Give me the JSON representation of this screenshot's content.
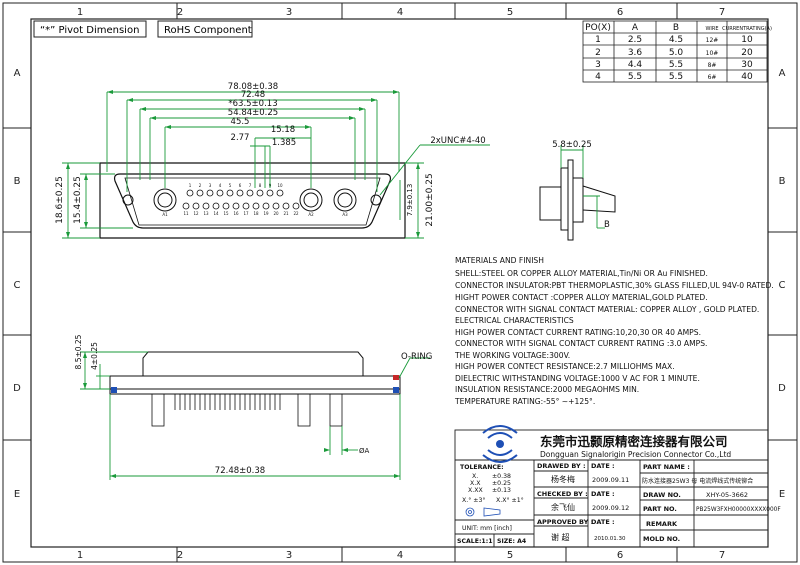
{
  "header": {
    "pivot_label": "“*” Pivot Dimension",
    "rohs_label": "RoHS  Component"
  },
  "grid": {
    "columns": [
      "1",
      "2",
      "3",
      "4",
      "5",
      "6",
      "7"
    ],
    "rows": [
      "A",
      "B",
      "C",
      "D",
      "E"
    ]
  },
  "rating_table": {
    "headers": [
      "PO(X)",
      "A",
      "B",
      "WIRE",
      "CURRENTRATING(A)"
    ],
    "rows": [
      [
        "1",
        "2.5",
        "4.5",
        "12#",
        "10"
      ],
      [
        "2",
        "3.6",
        "5.0",
        "10#",
        "20"
      ],
      [
        "3",
        "4.4",
        "5.5",
        "8#",
        "30"
      ],
      [
        "4",
        "5.5",
        "5.5",
        "6#",
        "40"
      ]
    ]
  },
  "front_view": {
    "dims": {
      "overall": "78.08±0.38",
      "d2": "72.48",
      "d3": "*63.5±0.13",
      "d4": "54.84±0.25",
      "d5": "45.5",
      "d6": "15.18",
      "d7": "2.77",
      "d8": "1.385",
      "thread": "2xUNC#4-40",
      "h1": "18.6±0.25",
      "h2": "15.4±0.25",
      "h3": "7.9±0.13",
      "h4": "21.00±0.25"
    },
    "pins_top": [
      "1",
      "2",
      "3",
      "4",
      "5",
      "6",
      "7",
      "8",
      "9",
      "10"
    ],
    "pins_bottom": [
      "11",
      "12",
      "13",
      "14",
      "15",
      "16",
      "17",
      "18",
      "19",
      "20",
      "21",
      "22"
    ],
    "power_pins": [
      "A1",
      "A2",
      "A3"
    ]
  },
  "side_view": {
    "dim_top": "5.8±0.25",
    "label_b": "B"
  },
  "bottom_view": {
    "d1": "8.5±0.25",
    "d2": "4±0.25",
    "oring": "O-RING",
    "dim_a": "ØA",
    "width": "72.48±0.38"
  },
  "specs": {
    "lines": [
      "MATERIALS AND  FINISH",
      "SHELL:STEEL OR COPPER ALLOY MATERIAL,Tin/Ni OR Au FINISHED.",
      "CONNECTOR INSULATOR:PBT THERMOPLASTIC,30% GLASS FILLED,UL 94V-0 RATED.",
      "HIGHT POWER CONTACT :COPPER ALLOY MATERIAL,GOLD PLATED.",
      "CONNECTOR WITH SIGNAL CONTACT MATERIAL: COPPER ALLOY , GOLD PLATED.",
      "ELECTRICAL CHARACTERISTICS",
      "HIGH POWER CONTACT CURRENT RATING:10,20,30 OR 40 AMPS.",
      "CONNECTOR WITH SIGNAL CONTACT CURRENT RATING :3.0 AMPS.",
      "THE WORKING VOLTAGE:300V.",
      "HIGH POWER CONTECT RESISTANCE:2.7 MILLIOHMS MAX.",
      "DIELECTRIC WITHSTANDING VOLTAGE:1000 V AC FOR 1 MINUTE.",
      "INSULATION RESISTANCE:2000 MEGAOHMS MIN.",
      "TEMPERATURE RATING:-55° ~+125°."
    ]
  },
  "title_block": {
    "company_cn": "东莞市迅颢原精密连接器有限公司",
    "company_en": "Dongguan Signalorigin Precision Connector Co.,Ltd",
    "tolerance_title": "TOLERANCE:",
    "tol_rows": [
      [
        "X.",
        "±0.38"
      ],
      [
        "X.X",
        "±0.25"
      ],
      [
        "X.XX",
        "±0.13"
      ]
    ],
    "tol_angle1": "X.° ±3°",
    "tol_angle2": "X.X° ±1°",
    "unit": "UNIT: mm [inch]",
    "scale": "SCALE:1:1",
    "size": "SIZE: A4",
    "drawn_by_label": "DRAWED BY :",
    "drawn_by": "杨冬梅",
    "date_label1": "DATE :",
    "date1": "2009.09.11",
    "checked_by_label": "CHECKED BY :",
    "checked_by": "余飞仙",
    "date_label2": "DATE :",
    "date2": "2009.09.12",
    "approved_by_label": "APPROVED BY :",
    "approved_by": "谢 超",
    "date_label3": "DATE :",
    "date3": "2010.01.30",
    "part_name_label": "PART NAME :",
    "part_name": "防水连接器25W3 母 电流焊线式传统铆合",
    "draw_no_label": "DRAW NO.",
    "draw_no": "XHY-05-3662",
    "part_no_label": "PART NO.",
    "part_no": "PB25W3FXH00000XXXX000F",
    "remark_label": "REMARK",
    "mold_no_label": "MOLD NO."
  }
}
